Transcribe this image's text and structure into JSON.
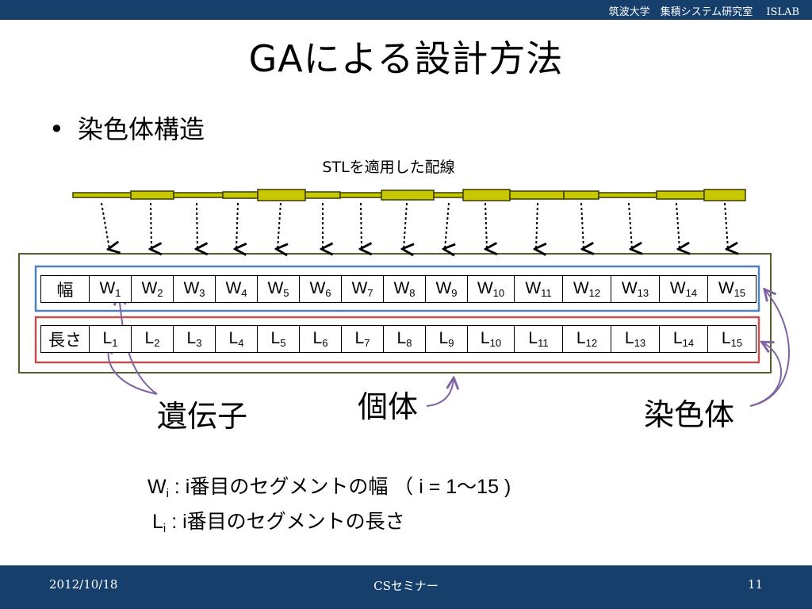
{
  "header": {
    "text": "筑波大学　集積システム研究室　 ISLAB"
  },
  "title": "GAによる設計方法",
  "bullet": {
    "label": "染色体構造"
  },
  "caption": "STLを適用した配線",
  "width_row": {
    "header": "幅",
    "prefix": "W",
    "indices": [
      "1",
      "2",
      "3",
      "4",
      "5",
      "6",
      "7",
      "8",
      "9",
      "10",
      "11",
      "12",
      "13",
      "14",
      "15"
    ]
  },
  "length_row": {
    "header": "長さ",
    "prefix": "L",
    "indices": [
      "1",
      "2",
      "3",
      "4",
      "5",
      "6",
      "7",
      "8",
      "9",
      "10",
      "11",
      "12",
      "13",
      "14",
      "15"
    ]
  },
  "labels": {
    "gene": "遺伝子",
    "individual": "個体",
    "chromosome": "染色体"
  },
  "legend": {
    "w_prefix": "W",
    "w_sub": "i",
    "w_text": " : i番目のセグメントの幅 （ i = 1～15 )",
    "l_prefix": "L",
    "l_sub": "i",
    "l_text": " : i番目のセグメントの長さ"
  },
  "footer": {
    "date": "2012/10/18",
    "center": "CSセミナー",
    "page": "11"
  },
  "colors": {
    "bar": "#173f6c",
    "wire_fill": "#c8c800",
    "wire_stroke": "#3a3a00",
    "outer_box": "#4f6228",
    "width_box": "#4f81bd",
    "length_box": "#c0504d",
    "arrow": "#8064a2"
  }
}
